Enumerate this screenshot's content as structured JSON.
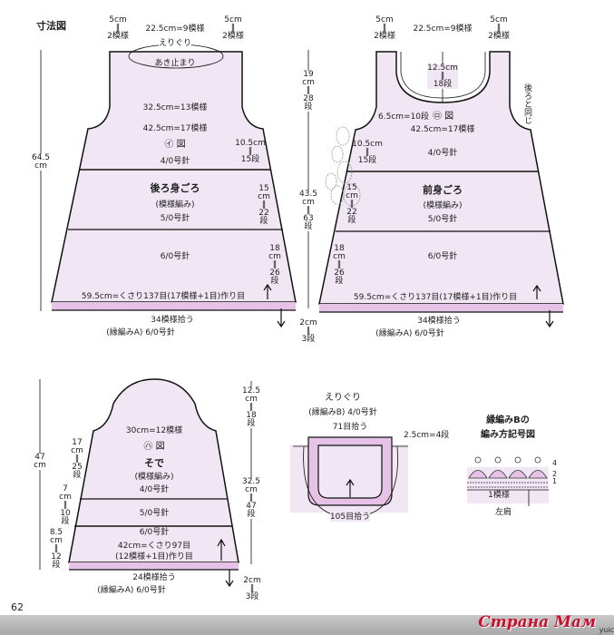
{
  "title": "寸法図",
  "page_number": "62",
  "colors": {
    "fill": "#f1e6f3",
    "edging": "#e6c3e6",
    "line": "#111111",
    "logo": "#c8102e"
  },
  "back": {
    "shoulder_left": "5cm\n‖\n2模様",
    "neck_width": "22.5cm=9模様",
    "shoulder_right": "5cm\n‖\n2模様",
    "neckline": "えりぐり",
    "opening_end": "あき止まり",
    "armhole_width": "32.5cm=13模様",
    "chest_width": "42.5cm=17模様",
    "figure": "㋑ 図",
    "needle1": "4/0号針",
    "side1": "10.5cm\n‖\n15段",
    "name": "後ろ身ごろ",
    "pattern": "(模様編み)",
    "needle2": "5/0号針",
    "side2": "15\ncm\n‖\n22\n段",
    "needle3": "6/0号針",
    "side3": "18\ncm\n‖\n26\n段",
    "hem_width": "59.5cm=くさり137目(17模様+1目)作り目",
    "pickup": "34模様拾う",
    "edging": "(縁編みA) 6/0号針",
    "total_height": "64.5\ncm"
  },
  "middle": {
    "yoke": "19\ncm\n‖\n28\n段",
    "body": "43.5\ncm\n‖\n63\n段",
    "edge": "2cm\n‖\n3段"
  },
  "front": {
    "shoulder_left": "5cm\n‖\n2模様",
    "neck_width": "22.5cm=9模様",
    "shoulder_right": "5cm\n‖\n2模様",
    "neck_depth": "12.5cm\n‖\n18段",
    "armhole_depth": "6.5cm=10段",
    "figure": "㋺ 図",
    "same_as_back": "後ろと同じ",
    "chest_width": "42.5cm=17模様",
    "side1": "10.5cm\n‖\n15段",
    "needle1": "4/0号針",
    "name": "前身ごろ",
    "pattern": "(模様編み)",
    "needle2": "5/0号針",
    "side2": "15\ncm\n‖\n22\n段",
    "needle3": "6/0号針",
    "side3": "18\ncm\n‖\n26\n段",
    "hem_width": "59.5cm=くさり137目(17模様+1目)作り目",
    "pickup": "34模様拾う",
    "edging": "(縁編みA) 6/0号針"
  },
  "sleeve": {
    "total_height": "47\ncm",
    "cap_height": "12.5\ncm\n‖\n18\n段",
    "top_width": "30cm=12模様",
    "figure": "㋩ 図",
    "name": "そで",
    "pattern": "(模様編み)",
    "needle1": "4/0号針",
    "side1": "17\ncm\n‖\n25\n段",
    "needle2": "5/0号針",
    "side2": "7\ncm\n‖\n10\n段",
    "needle3": "6/0号針",
    "side3": "8.5\ncm\n‖\n12\n段",
    "hem_width_1": "42cm=くさり97目",
    "hem_width_2": "(12模様+1目)作り目",
    "body_height": "32.5\ncm\n‖\n47\n段",
    "edge": "2cm\n‖\n3段",
    "pickup": "24模様拾う",
    "edging": "(縁編みA) 6/0号針"
  },
  "neckband": {
    "title": "えりぐり",
    "subtitle": "(縁編みB) 4/0号針",
    "top_pickup": "71目拾う",
    "depth": "2.5cm=4段",
    "bottom_pickup": "105目拾う"
  },
  "edging_chart": {
    "title_1": "縁編みBの",
    "title_2": "編み方記号図",
    "rows": [
      "4",
      "2",
      "1"
    ],
    "repeat": "1模様",
    "left_side": "左肩"
  },
  "watermark": {
    "logo": "Страна Мам",
    "suffix": "yuic"
  }
}
